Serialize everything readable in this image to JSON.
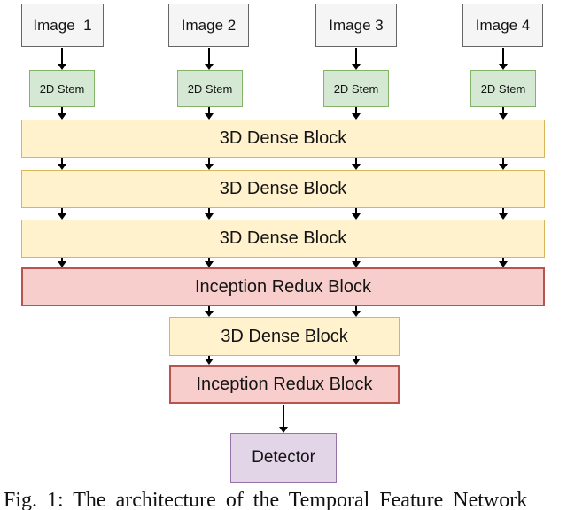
{
  "figure": {
    "caption": "Fig. 1: The architecture of the Temporal Feature Network"
  },
  "diagram": {
    "image_nodes": [
      {
        "label": "Image  1"
      },
      {
        "label": "Image 2"
      },
      {
        "label": "Image 3"
      },
      {
        "label": "Image 4"
      }
    ],
    "stem_nodes": [
      {
        "label": "2D Stem"
      },
      {
        "label": "2D Stem"
      },
      {
        "label": "2D Stem"
      },
      {
        "label": "2D Stem"
      }
    ],
    "trunk_blocks": [
      {
        "label": "3D Dense Block",
        "kind": "dense"
      },
      {
        "label": "3D Dense Block",
        "kind": "dense"
      },
      {
        "label": "3D Dense Block",
        "kind": "dense"
      },
      {
        "label": "Inception Redux Block",
        "kind": "redux"
      },
      {
        "label": "3D Dense Block",
        "kind": "dense"
      },
      {
        "label": "Inception Redux Block",
        "kind": "redux"
      }
    ],
    "detector_node": {
      "label": "Detector"
    },
    "colors": {
      "image_fill": "#f5f5f5",
      "image_border": "#666666",
      "stem_fill": "#d5e8d4",
      "stem_border": "#82b366",
      "dense_fill": "#fff2cc",
      "dense_border": "#d6b656",
      "redux_fill": "#f8cecc",
      "redux_border": "#b85450",
      "detector_fill": "#e1d5e7",
      "detector_border": "#9673a6",
      "arrow": "#000000"
    }
  }
}
